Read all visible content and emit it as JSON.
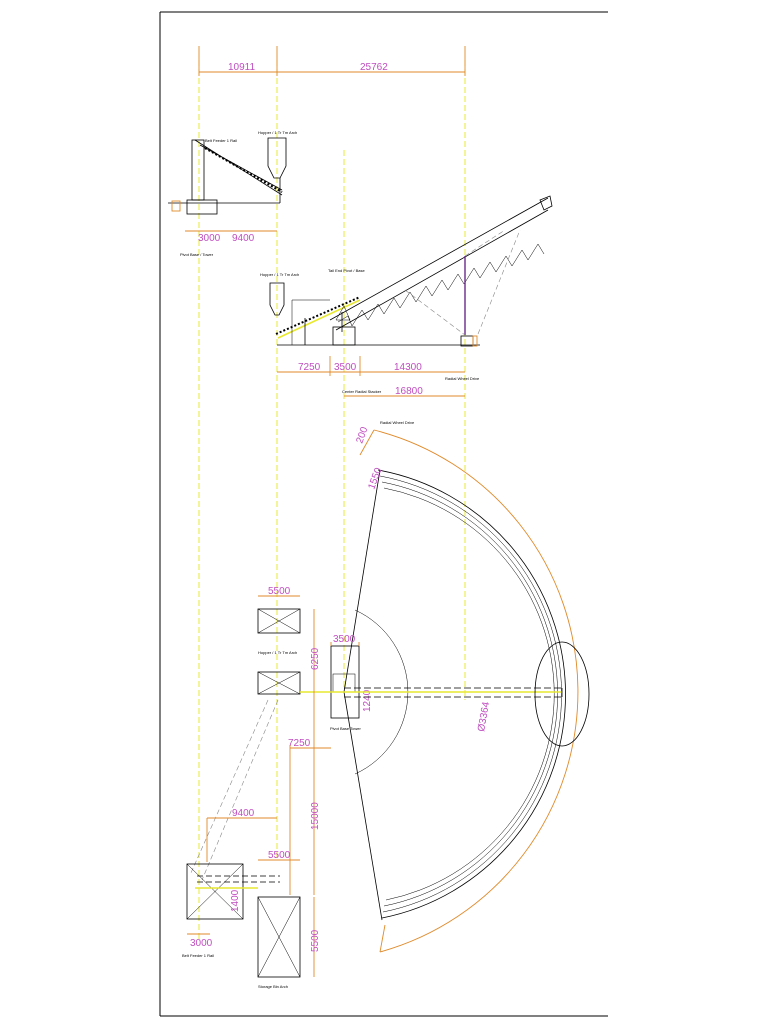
{
  "dimensions": {
    "top_left": "10911",
    "top_right": "25762",
    "feeder_a": "3000",
    "feeder_b": "9400",
    "mid_a": "7250",
    "mid_b": "3500",
    "mid_c": "14300",
    "radius_top": "16800",
    "r_200": "200",
    "r_1550": "1550",
    "hopper_width_1": "5500",
    "v_6250": "6250",
    "pivot_3500": "3500",
    "pivot_1240": "1240",
    "plan_7250": "7250",
    "plan_15000": "15000",
    "plan_9400": "9400",
    "hopper_width_2": "5500",
    "v_1400": "1400",
    "v_5500": "5500",
    "plan_3000": "3000",
    "arc_diameter": "Ø3364"
  },
  "labels": {
    "hopper_top": "Hopper / 1 Tr Tm Arch",
    "feeder_top": "Belt Feeder 1 Rail",
    "pivot_top": "Pivot Base / Tower",
    "hopper_mid": "Hopper / 1 Tr Tm Arch",
    "tail_mid": "Tail End Pivot / Base",
    "radial_note": "Center Radial Stacker",
    "wheel_note": "Radial Wheel Drive",
    "hopper_plan": "Hopper / 1 Tr Tm Arch",
    "pivot_plan": "Pivot Base Tower",
    "feeder_plan": "Belt Feeder 1 Rail",
    "bin_plan": "Storage Bin Arch"
  }
}
